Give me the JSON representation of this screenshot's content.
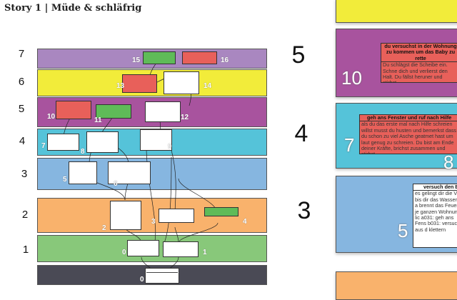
{
  "page_title": "Story 1 | Müde & schläfrig",
  "rows": {
    "r7": "7",
    "r6": "6",
    "r5": "5",
    "r4": "4",
    "r3": "3",
    "r2": "2",
    "r1": "1"
  },
  "node_numbers": {
    "n0": "0",
    "n0b": "0",
    "n1": "1",
    "n2": "2",
    "n3": "3",
    "n4": "4",
    "n5": "5",
    "n6": "6",
    "n7": "7",
    "n8": "8",
    "n9": "9",
    "n10": "10",
    "n11": "11",
    "n12": "12",
    "n13": "13",
    "n14": "14",
    "n15": "15",
    "n16": "16"
  },
  "zoom": {
    "level5": "5",
    "level4": "4",
    "level3": "3",
    "card10_title": "du versuchst in der Wohnung zu kommen um das Baby zu rette",
    "card10_body": "Du schlägst die Scheibe ein. Schne dich und verlierst den Halt. Du fällst heruner und stirbst.",
    "card10_num": "10",
    "card7_title": "geh ans Fenster und ruf nach Hilfe",
    "card7_body": "als du das erste mal nach Hilfe schreien willst musst du husten und bemerkst dass du schon zu viel Asche geatmet hast um laut genug zu schreien. Du bist am Ende deiner Kräfte, brichst zusammen und stirbst.",
    "card7_num": "7",
    "card8_num": "8",
    "card3_title": "versuch den B",
    "card3_body": "es gelingt dir die Vo bis dir das Wasser a brennt das Feuer je ganzen Wohnung lic a031: geh ans Fens b031: versuch aus d klettern",
    "card5_num": "5"
  },
  "colors": {
    "row7": "#a987c0",
    "row6": "#f2ec3a",
    "row5": "#a8539e",
    "row4": "#55c3d9",
    "row3": "#86b6e0",
    "row2": "#f9b26c",
    "row1": "#88c87a",
    "row0": "#4a4a55",
    "card_red": "#e8605a",
    "card_green": "#5fbb58"
  }
}
